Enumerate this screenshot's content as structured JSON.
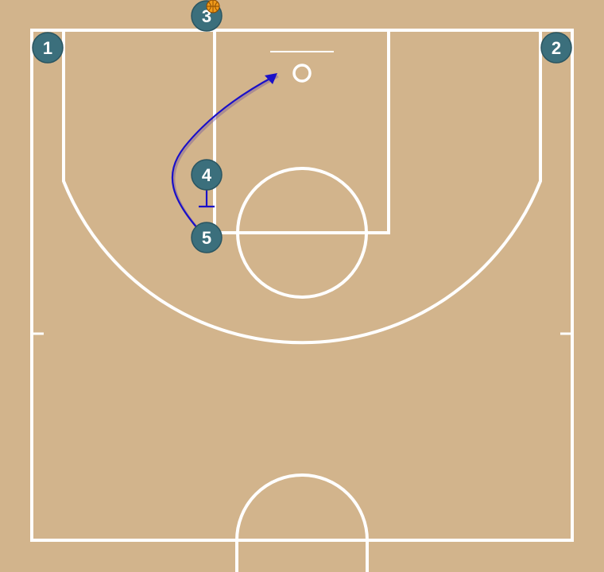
{
  "colors": {
    "court": "#d2b48c",
    "lines": "#ffffff",
    "player_fill": "#3b6f7c",
    "player_stroke": "#2a5561",
    "player_text": "#ffffff",
    "cut_arrow": "#1a10c8",
    "cut_shadow": "#7a5a9a",
    "screen_mark": "#1a10c8",
    "ball": "#f09a1a"
  },
  "players": [
    {
      "id": "player-1",
      "label": "1",
      "has_ball": false
    },
    {
      "id": "player-2",
      "label": "2",
      "has_ball": false
    },
    {
      "id": "player-3",
      "label": "3",
      "has_ball": true
    },
    {
      "id": "player-4",
      "label": "4",
      "has_ball": false
    },
    {
      "id": "player-5",
      "label": "5",
      "has_ball": false
    }
  ],
  "actions": [
    {
      "type": "cut",
      "from": "5",
      "to": "basket"
    },
    {
      "type": "screen",
      "by": "4",
      "for": "5"
    }
  ],
  "icons": {
    "ball": "basketball-icon"
  }
}
